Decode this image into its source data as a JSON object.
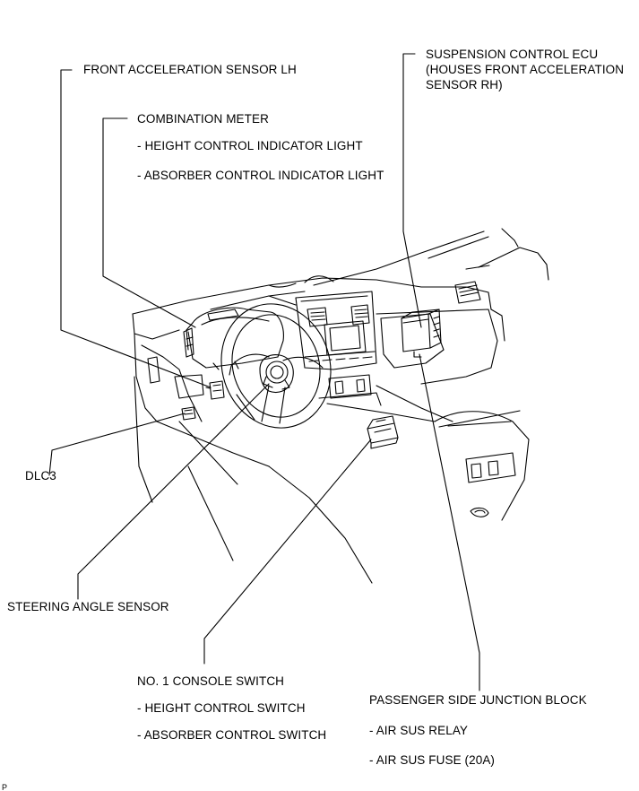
{
  "labels": {
    "front_accel_lh": "FRONT ACCELERATION SENSOR LH",
    "combination_meter": "COMBINATION METER",
    "height_indicator": "- HEIGHT CONTROL INDICATOR LIGHT",
    "absorber_indicator": "- ABSORBER CONTROL INDICATOR LIGHT",
    "suspension_ecu_1": "SUSPENSION CONTROL ECU",
    "suspension_ecu_2": "(HOUSES FRONT ACCELERATION",
    "suspension_ecu_3": "SENSOR RH)",
    "dlc3": "DLC3",
    "steering_angle": "STEERING ANGLE SENSOR",
    "console_switch": "NO. 1 CONSOLE SWITCH",
    "height_switch": "- HEIGHT CONTROL SWITCH",
    "absorber_switch": "- ABSORBER CONTROL SWITCH",
    "junction_block": "PASSENGER SIDE JUNCTION BLOCK",
    "air_sus_relay": "- AIR SUS RELAY",
    "air_sus_fuse": "- AIR SUS FUSE (20A)"
  },
  "ref_mark": "P"
}
